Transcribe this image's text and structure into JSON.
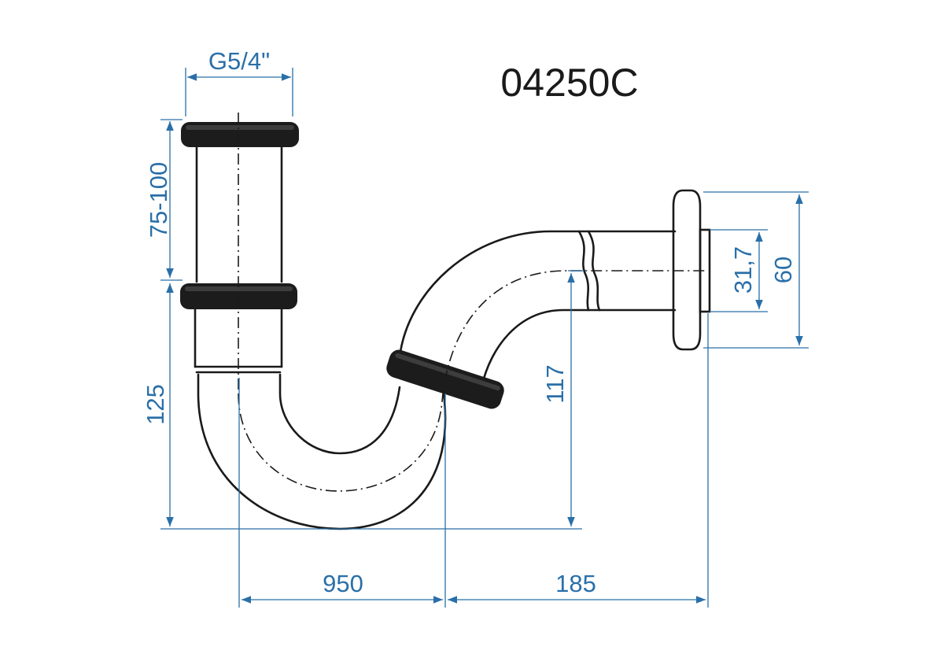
{
  "title": "04250C",
  "colors": {
    "outline": "#1a1a1a",
    "dimension": "#2a6fa8",
    "gasket": "#1c1c1c",
    "background": "#ffffff"
  },
  "dimensions": {
    "thread": "G5/4\"",
    "tailpiece_length": "75-100",
    "trap_height": "125",
    "outlet_height": "117",
    "outlet_diameter": "31,7",
    "flange_diameter": "60",
    "horizontal_offset": "950",
    "outlet_length": "185"
  }
}
